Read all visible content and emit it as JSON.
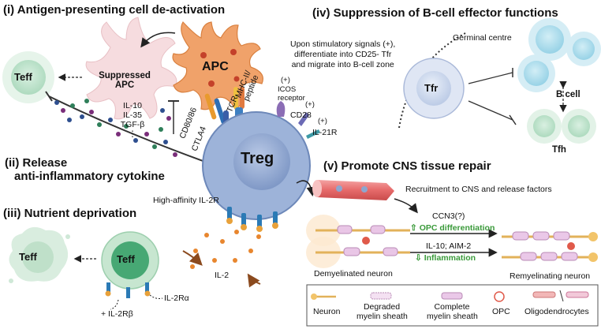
{
  "sections": {
    "s1": "(i) Antigen-presenting cell de-activation",
    "s2_line1": "(ii) Release",
    "s2_line2": "anti-inflammatory cytokine",
    "s3": "(iii) Nutrient deprivation",
    "s4": "(iv) Suppression of B-cell effector functions",
    "s5": "(v) Promote CNS tissue repair"
  },
  "cells": {
    "teff": "Teff",
    "suppressed_apc_line1": "Suppressed",
    "suppressed_apc_line2": "APC",
    "apc": "APC",
    "treg": "Treg",
    "tfr": "Tfr",
    "bcell": "B cell",
    "tfh": "Tfh"
  },
  "molecules": {
    "mhc_line1": "MHC-II/",
    "mhc_line2": "peptide",
    "tcr": "TCR",
    "cd8086": "CD80/86",
    "ctla4": "CTLA4",
    "plus": "(+)",
    "icos_line1": "ICOS",
    "icos_line2": "receptor",
    "cd28": "CD28",
    "il21r": "IL-21R",
    "il2r": "High-affinity IL-2R",
    "il2": "IL-2",
    "il2ra": "IL-2Rα",
    "il2rb": "+ IL-2Rβ"
  },
  "cytokines": [
    "IL-10",
    "IL-35",
    "TGF-β",
    "⋮"
  ],
  "tfr_text": [
    "Upon stimulatory signals (+),",
    "differentiate into CD25- Tfr",
    "and migrate into B-cell zone"
  ],
  "germinal_centre": "Germinal centre",
  "cns": {
    "recruitment": "Recruitment to CNS and release factors",
    "ccn3": "CCN3(?)",
    "opc_diff": "OPC differentiation",
    "il10_aim2": "IL-10; AIM-2",
    "inflammation": "Inflammation",
    "demyelinated": "Demyelinated neuron",
    "remyelinating": "Remyelinating neuron"
  },
  "legend": {
    "neuron": "Neuron",
    "degraded_line1": "Degraded",
    "degraded_line2": "myelin sheath",
    "complete_line1": "Complete",
    "complete_line2": "myelin sheath",
    "opc": "OPC",
    "oligo": "Oligodendrocytes"
  },
  "colors": {
    "treg": "#8da6cf",
    "teff": "#bfe3cd",
    "apc": "#f0a26a",
    "suppressed_apc": "#f6dcdf",
    "bcell": "#a9dcec",
    "tfr": "#cfdcef",
    "green_text": "#3a9a3a"
  }
}
